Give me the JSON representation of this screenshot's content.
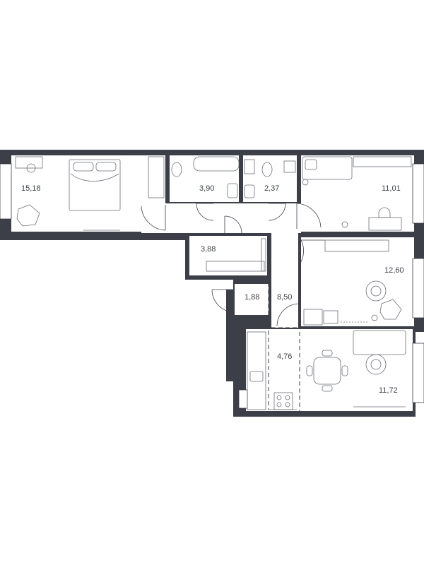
{
  "colors": {
    "wall": "#3c3f48",
    "floor": "#ffffff",
    "furniture_stroke": "#6b6e78"
  },
  "rooms": [
    {
      "id": "bedroom-left",
      "area": "15,18"
    },
    {
      "id": "bathroom",
      "area": "3,90"
    },
    {
      "id": "toilet",
      "area": "2,37"
    },
    {
      "id": "bedroom-top-right",
      "area": "11,01"
    },
    {
      "id": "closet",
      "area": "3,88"
    },
    {
      "id": "storage",
      "area": "1,88"
    },
    {
      "id": "hallway",
      "area": "8,50"
    },
    {
      "id": "bedroom-middle-right",
      "area": "12,60"
    },
    {
      "id": "kitchen",
      "area": "4,76"
    },
    {
      "id": "living-room",
      "area": "11,72"
    }
  ]
}
